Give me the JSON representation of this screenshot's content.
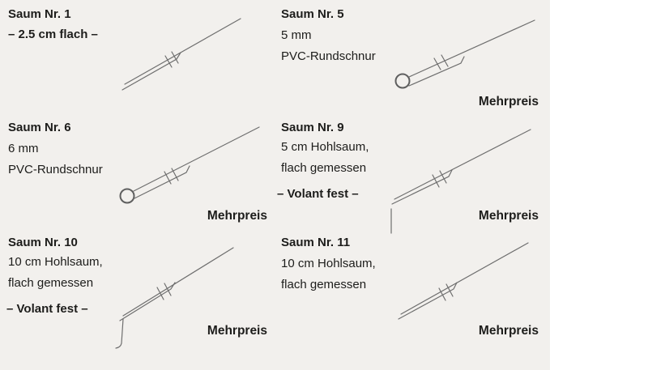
{
  "colors": {
    "sheet_background": "#f2f0ed",
    "text": "#1d1d1b",
    "drawing_line": "#6e6e6e"
  },
  "panels": [
    {
      "title": "Saum Nr. 1",
      "lines": [
        "– 2.5 cm flach –"
      ],
      "mehrpreis": ""
    },
    {
      "title": "Saum Nr. 5",
      "lines": [
        "5 mm",
        "PVC-Rundschnur"
      ],
      "mehrpreis": "Mehrpreis"
    },
    {
      "title": "Saum Nr. 6",
      "lines": [
        "6 mm",
        "PVC-Rundschnur"
      ],
      "mehrpreis": "Mehrpreis"
    },
    {
      "title": "Saum Nr. 9",
      "lines": [
        "5 cm Hohlsaum,",
        "flach gemessen"
      ],
      "volant": "– Volant fest –",
      "mehrpreis": "Mehrpreis"
    },
    {
      "title": "Saum Nr. 10",
      "lines": [
        "10 cm Hohlsaum,",
        "flach gemessen"
      ],
      "volant": "– Volant fest –",
      "mehrpreis": "Mehrpreis"
    },
    {
      "title": "Saum Nr. 11",
      "lines": [
        "10 cm Hohlsaum,",
        "flach gemessen"
      ],
      "mehrpreis": "Mehrpreis"
    }
  ]
}
